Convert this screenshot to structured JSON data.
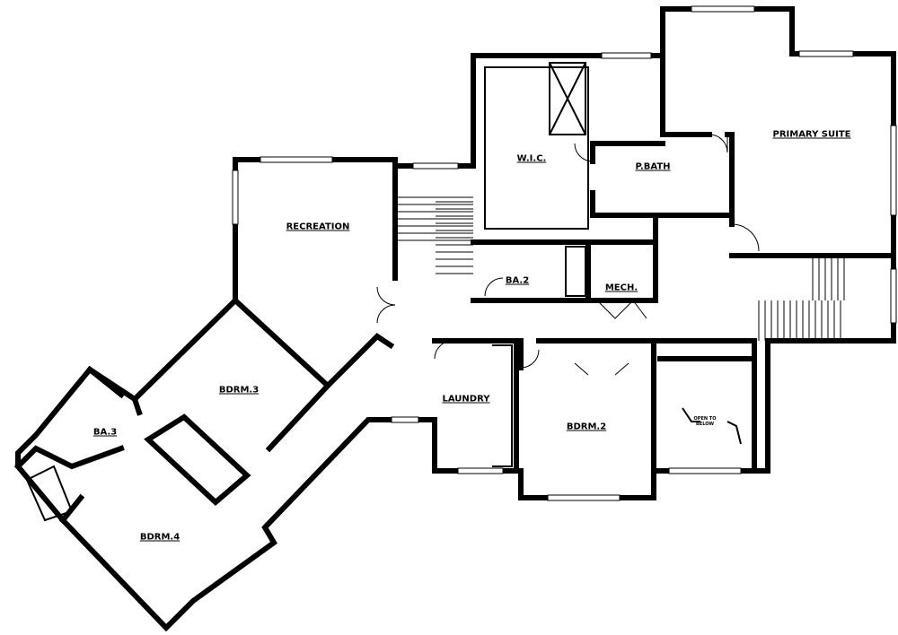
{
  "rooms": {
    "primary_suite": "PRIMARY SUITE",
    "wic": "W.I.C.",
    "p_bath": "P.BATH",
    "recreation": "RECREATION",
    "ba2": "BA.2",
    "mech": "MECH.",
    "laundry": "LAUNDRY",
    "bdrm2": "BDRM.2",
    "bdrm3": "BDRM.3",
    "ba3": "BA.3",
    "bdrm4": "BDRM.4"
  },
  "notes": {
    "open_to_below_1": "OPEN TO",
    "open_to_below_2": "BELOW"
  }
}
